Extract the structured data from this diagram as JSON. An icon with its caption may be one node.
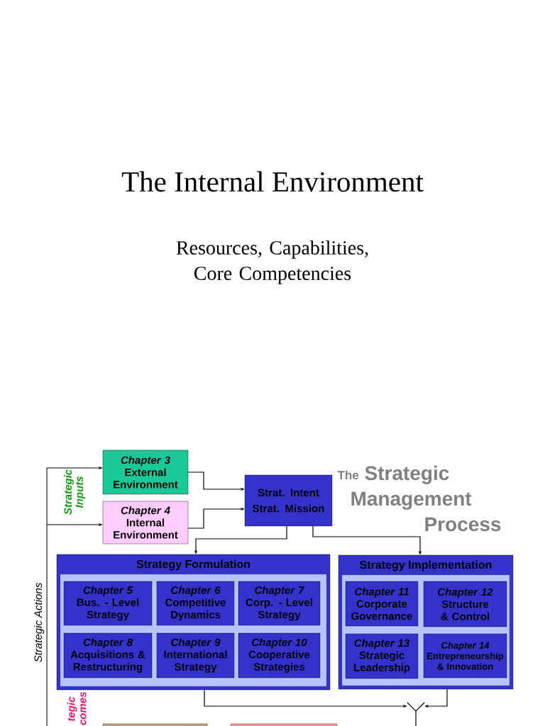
{
  "diagram": {
    "title": "The Internal Environment",
    "nodes": [
      {
        "text": [
          "Chapter 3",
          "External Environment"
        ]
      },
      {
        "text": [
          "Chapter 4",
          "Internal Environment"
        ]
      },
      {
        "text": [
          "Strat. Intent",
          "Strat. Mission"
        ]
      },
      {
        "text": [
          "Strategy Formulation"
        ]
      },
      {
        "text": [
          "Chapter 5",
          "Bus. - Level Strategy"
        ],
        "in": 3
      },
      {
        "text": [
          "Chapter 6",
          "Competitive Dynamics"
        ],
        "in": 3
      },
      {
        "text": [
          "Chapter 7",
          "Corp. - Level Strategy"
        ],
        "in": 3
      },
      {
        "text": [
          "Chapter 8",
          "Acquisitions & Restructuring"
        ],
        "in": 3
      },
      {
        "text": [
          "Chapter 9",
          "International Strategy"
        ],
        "in": 3
      },
      {
        "text": [
          "Chapter 10",
          "Cooperative Strategies"
        ],
        "in": 3
      },
      {
        "text": [
          "Strategy Implementation"
        ]
      },
      {
        "text": [
          "Chapter 11",
          "Corporate Governance"
        ],
        "in": 10
      },
      {
        "text": [
          "Chapter 12",
          "Structure & Control"
        ],
        "in": 10
      },
      {
        "text": [
          "Chapter 13",
          "Strategic Leadership"
        ],
        "in": 10
      },
      {
        "text": [
          "Chapter 14",
          "Entrepreneurship & Innovation"
        ],
        "in": 10
      },
      {
        "text": [],
        "shape": "box"
      },
      {
        "text": [],
        "shape": "box"
      },
      {
        "text": [],
        "shape": "chevron"
      }
    ],
    "edges": [
      {
        "from": 0,
        "to": 2,
        "arrow": "to"
      },
      {
        "from": 1,
        "to": 2,
        "arrow": "to"
      },
      {
        "from": 2,
        "to": 3,
        "arrow": "to"
      },
      {
        "from": 2,
        "to": 10,
        "arrow": "to"
      },
      {
        "from": null,
        "to": 0,
        "arrow": "to"
      },
      {
        "from": null,
        "to": 1,
        "arrow": "to"
      },
      {
        "from": 3,
        "to": 17,
        "arrow": "to"
      },
      {
        "from": 10,
        "to": 17,
        "arrow": "to"
      }
    ],
    "labels": [
      "Resources, Capabilities, Core Competencies",
      "The",
      "Strategic",
      "Management",
      "Process",
      "Strategic Inputs",
      "Strategic Actions",
      "tegic comes"
    ]
  }
}
